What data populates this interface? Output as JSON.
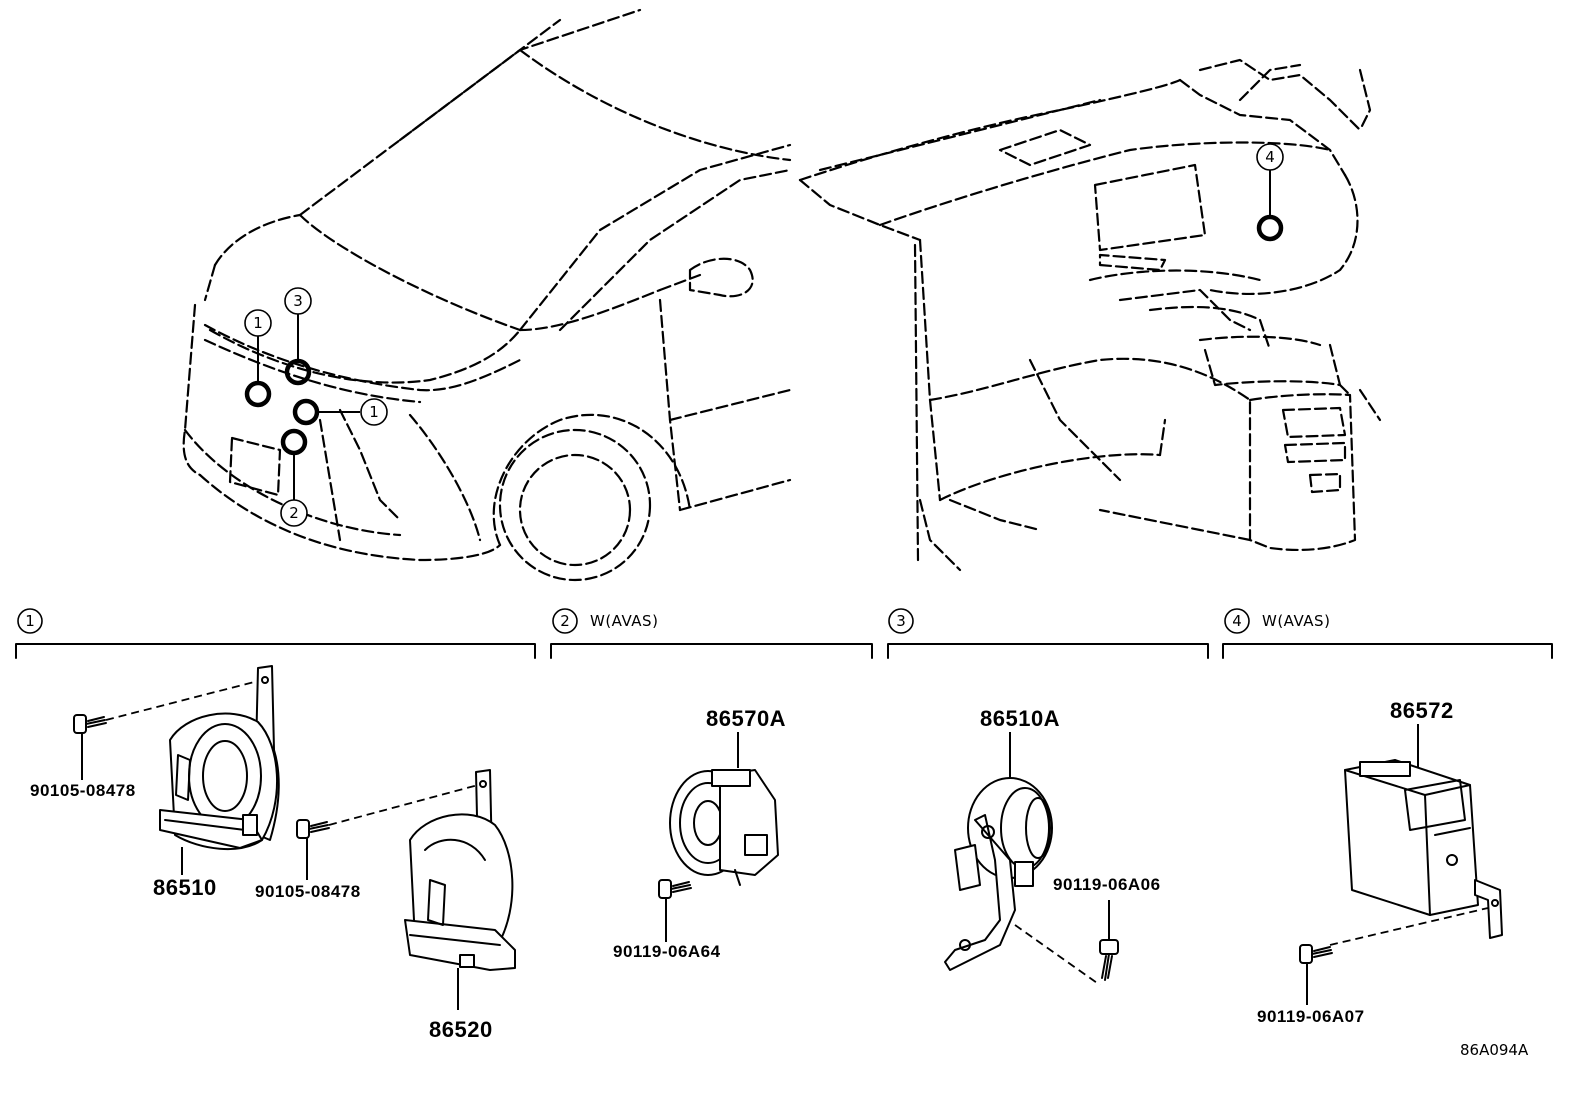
{
  "callouts": {
    "c1": "1",
    "c2": "2",
    "c3": "3",
    "c4": "4"
  },
  "groups": {
    "g1": {
      "num": "1",
      "label": ""
    },
    "g2": {
      "num": "2",
      "label": "W(AVAS)"
    },
    "g3": {
      "num": "3",
      "label": ""
    },
    "g4": {
      "num": "4",
      "label": "W(AVAS)"
    }
  },
  "parts": {
    "horn_bolt_1": "90105-08478",
    "horn_low": "86510",
    "horn_bolt_2": "90105-08478",
    "horn_high": "86520",
    "avas_speaker": "86570A",
    "avas_bolt": "90119-06A64",
    "horn_single": "86510A",
    "horn_single_bolt": "90119-06A06",
    "avas_ecu": "86572",
    "avas_ecu_bolt": "90119-06A07"
  },
  "illustration_code": "86A094A"
}
